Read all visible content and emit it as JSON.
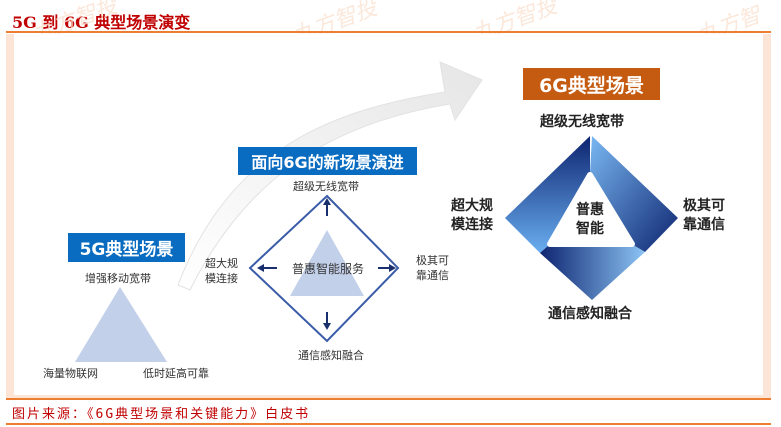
{
  "header": {
    "title": "5G 到 6G 典型场景演变",
    "watermark": "九方智投"
  },
  "fiveg": {
    "label": "5G典型场景",
    "top": "增强移动宽带",
    "bottom_left": "海量物联网",
    "bottom_right": "低时延高可靠"
  },
  "transition": {
    "label": "面向6G的新场景演进",
    "top": "超级无线宽带",
    "left": [
      "超大规",
      "模连接"
    ],
    "right": [
      "极其可",
      "靠通信"
    ],
    "bottom": "通信感知融合",
    "center": "普惠智能服务"
  },
  "sixg": {
    "label": "6G典型场景",
    "top": "超级无线宽带",
    "left": [
      "超大规",
      "模连接"
    ],
    "right": [
      "极其可",
      "靠通信"
    ],
    "bottom": "通信感知融合",
    "center": [
      "普惠",
      "智能"
    ]
  },
  "footer": {
    "source": "图片来源：《6G典型场景和关键能力》白皮书"
  },
  "colors": {
    "accent": "#ed7d31",
    "title_red": "#c00000",
    "blue_box": "#0a6cc0",
    "orange_box": "#c55a11"
  }
}
